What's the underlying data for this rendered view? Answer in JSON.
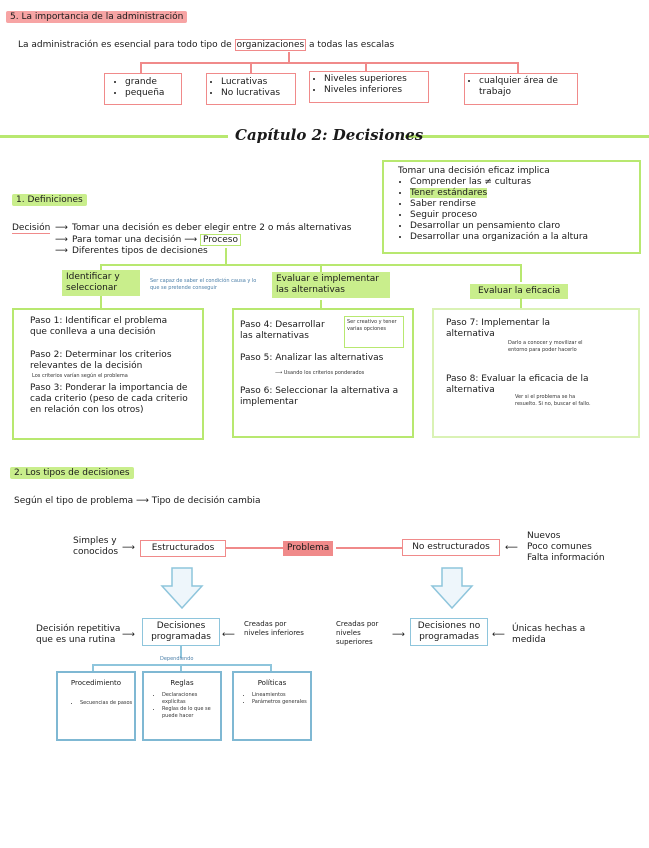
{
  "sec5": {
    "heading": "5. La importancia de la administración",
    "intro_a": "La administración es esencial para todo tipo de ",
    "intro_b": "organizaciones",
    "intro_c": " a todas las escalas",
    "boxes": [
      [
        "grande",
        "pequeña"
      ],
      [
        "Lucrativas",
        "No lucrativas"
      ],
      [
        "Niveles superiores",
        "Niveles inferiores"
      ],
      [
        "cualquier área de trabajo"
      ]
    ]
  },
  "chapter_title": "Capítulo 2: Decisiones",
  "sec1": {
    "heading": "1. Definiciones",
    "term": "Decisión",
    "def1": "Tomar una decisión es deber elegir entre 2 o más alternativas",
    "def2a": "Para tomar una decisión",
    "def2b": "Proceso",
    "def3": "Diferentes tipos de decisiones",
    "effective_box": {
      "title": "Tomar una decisión eficaz implica",
      "items": [
        "Comprender las ≠ culturas",
        "Tener estándares",
        "Saber rendirse",
        "Seguir proceso",
        "Desarrollar un pensamiento claro",
        "Desarrollar una organización a la altura"
      ]
    },
    "phase1": "Identificar y seleccionar",
    "phase1_note": "Ser capaz de saber el condición causa y lo que se pretende conseguir",
    "phase2": "Evaluar e implementar las alternativas",
    "phase3": "Evaluar la eficacia",
    "step1": "Paso 1: Identificar el problema que conlleva a una decisión",
    "step2": "Paso 2: Determinar los criterios relevantes de la decisión",
    "step2_note": "Los criterios varían según el problema",
    "step3": "Paso 3: Ponderar la importancia de cada criterio (peso de cada criterio en relación con los otros)",
    "step4": "Paso 4: Desarrollar las alternativas",
    "step4_note": "Ser creativo y tener varias opciones",
    "step5": "Paso 5: Analizar las alternativas",
    "step5_note": "Usando los criterios ponderados",
    "step6": "Paso 6: Seleccionar la alternativa a implementar",
    "step7": "Paso 7: Implementar la alternativa",
    "step7_note": "Darlo a conocer y movilizar el entorno para poder hacerlo",
    "step8": "Paso 8: Evaluar la eficacia de la alternativa",
    "step8_note": "Ver si el problema se ha resuelto. Si no, buscar el fallo."
  },
  "sec2": {
    "heading": "2. Los tipos de decisiones",
    "intro_a": "Según el tipo de problema",
    "intro_b": "Tipo de decisión cambia",
    "simple": "Simples y conocidos",
    "structured": "Estructurados",
    "problem": "Problema",
    "unstructured": "No estructurados",
    "new_items": [
      "Nuevos",
      "Poco comunes",
      "Falta información"
    ],
    "repetitive": "Decisión repetitiva que es una rutina",
    "programmed": "Decisiones programadas",
    "created_low": "Creadas por niveles inferiores",
    "created_high": "Creadas por niveles superiores",
    "non_programmed": "Decisiones no programadas",
    "unique": "Únicas hechas a medida",
    "depends": "Dependiendo",
    "procedure_title": "Procedimiento",
    "procedure_items": [
      "Secuencias de pasos"
    ],
    "rules_title": "Reglas",
    "rules_items": [
      "Declaraciones explícitas",
      "Reglas de lo que se puede hacer"
    ],
    "policies_title": "Políticas",
    "policies_items": [
      "Lineamientos",
      "Parámetros generales"
    ]
  },
  "colors": {
    "red": "#f08a8a",
    "green": "#b8e870",
    "blue": "#8ec5dc"
  }
}
